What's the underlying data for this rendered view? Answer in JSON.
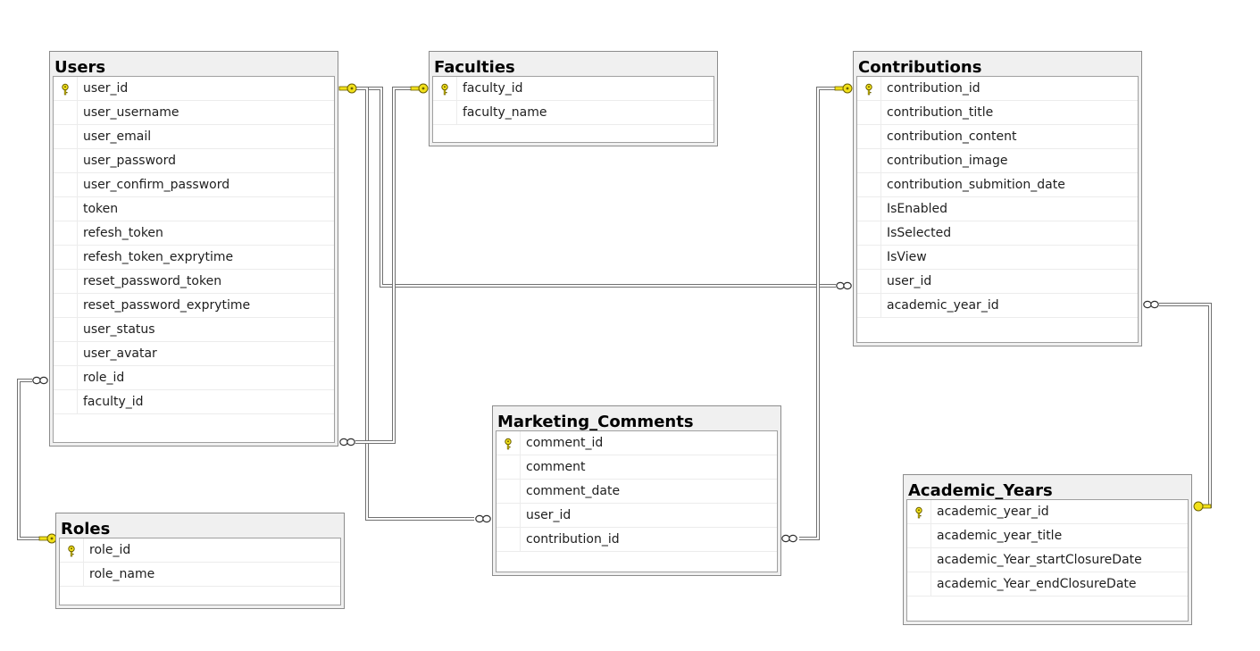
{
  "tables": [
    {
      "id": "users",
      "name": "Users",
      "primary_key": "user_id",
      "columns": [
        "user_id",
        "user_username",
        "user_email",
        "user_password",
        "user_confirm_password",
        "token",
        "refesh_token",
        "refesh_token_exprytime",
        "reset_password_token",
        "reset_password_exprytime",
        "user_status",
        "user_avatar",
        "role_id",
        "faculty_id"
      ]
    },
    {
      "id": "faculties",
      "name": "Faculties",
      "primary_key": "faculty_id",
      "columns": [
        "faculty_id",
        "faculty_name"
      ]
    },
    {
      "id": "contributions",
      "name": "Contributions",
      "primary_key": "contribution_id",
      "columns": [
        "contribution_id",
        "contribution_title",
        "contribution_content",
        "contribution_image",
        "contribution_submition_date",
        "IsEnabled",
        "IsSelected",
        "IsView",
        "user_id",
        "academic_year_id"
      ]
    },
    {
      "id": "marketing-comments",
      "name": "Marketing_Comments",
      "primary_key": "comment_id",
      "columns": [
        "comment_id",
        "comment",
        "comment_date",
        "user_id",
        "contribution_id"
      ]
    },
    {
      "id": "roles",
      "name": "Roles",
      "primary_key": "role_id",
      "columns": [
        "role_id",
        "role_name"
      ]
    },
    {
      "id": "academic-years",
      "name": "Academic_Years",
      "primary_key": "academic_year_id",
      "columns": [
        "academic_year_id",
        "academic_year_title",
        "academic_Year_startClosureDate",
        "academic_Year_endClosureDate"
      ]
    }
  ],
  "relationships": [
    {
      "from_table": "Users",
      "from_column": "user_id",
      "to_table": "Contributions",
      "to_column": "user_id",
      "one_end_icon": "key-icon",
      "many_end_icon": "infinity-icon"
    },
    {
      "from_table": "Users",
      "from_column": "user_id",
      "to_table": "Marketing_Comments",
      "to_column": "user_id",
      "one_end_icon": "key-icon",
      "many_end_icon": "infinity-icon"
    },
    {
      "from_table": "Faculties",
      "from_column": "faculty_id",
      "to_table": "Users",
      "to_column": "faculty_id",
      "one_end_icon": "key-icon",
      "many_end_icon": "infinity-icon"
    },
    {
      "from_table": "Roles",
      "from_column": "role_id",
      "to_table": "Users",
      "to_column": "role_id",
      "one_end_icon": "key-icon",
      "many_end_icon": "infinity-icon"
    },
    {
      "from_table": "Contributions",
      "from_column": "contribution_id",
      "to_table": "Marketing_Comments",
      "to_column": "contribution_id",
      "one_end_icon": "key-icon",
      "many_end_icon": "infinity-icon"
    },
    {
      "from_table": "Academic_Years",
      "from_column": "academic_year_id",
      "to_table": "Contributions",
      "to_column": "academic_year_id",
      "one_end_icon": "key-icon",
      "many_end_icon": "infinity-icon"
    }
  ],
  "colors": {
    "key_icon_fill": "#f2e11a",
    "key_icon_stroke": "#6b5f00",
    "connector": "#707070",
    "table_header_bg": "#f0f0f0",
    "table_border": "#8c8c8c"
  }
}
